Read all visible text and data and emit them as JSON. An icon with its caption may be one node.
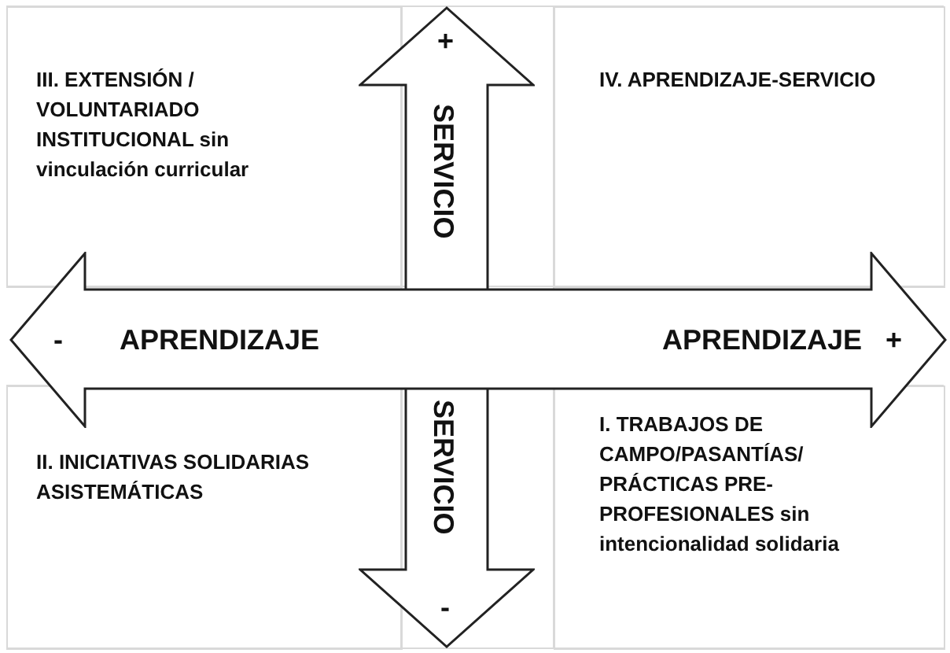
{
  "diagram": {
    "nodes": [
      {
        "text": [
          "III. EXTENSIÓN / VOLUNTARIADO INSTITUCIONAL sin vinculación curricular"
        ]
      },
      {
        "text": [
          "IV. APRENDIZAJE-SERVICIO"
        ]
      },
      {
        "text": [
          "II. INICIATIVAS SOLIDARIAS ASISTEMÁTICAS"
        ]
      },
      {
        "text": [
          "I. TRABAJOS DE CAMPO/PASANTÍAS/ PRÁCTICAS PRE-PROFESIONALES sin intencionalidad solidaria"
        ]
      },
      {
        "text": [
          "+",
          "SERVICIO",
          "SERVICIO",
          "-"
        ]
      },
      {
        "text": [
          "-",
          "APRENDIZAJE",
          "APRENDIZAJE",
          "+"
        ]
      }
    ]
  }
}
